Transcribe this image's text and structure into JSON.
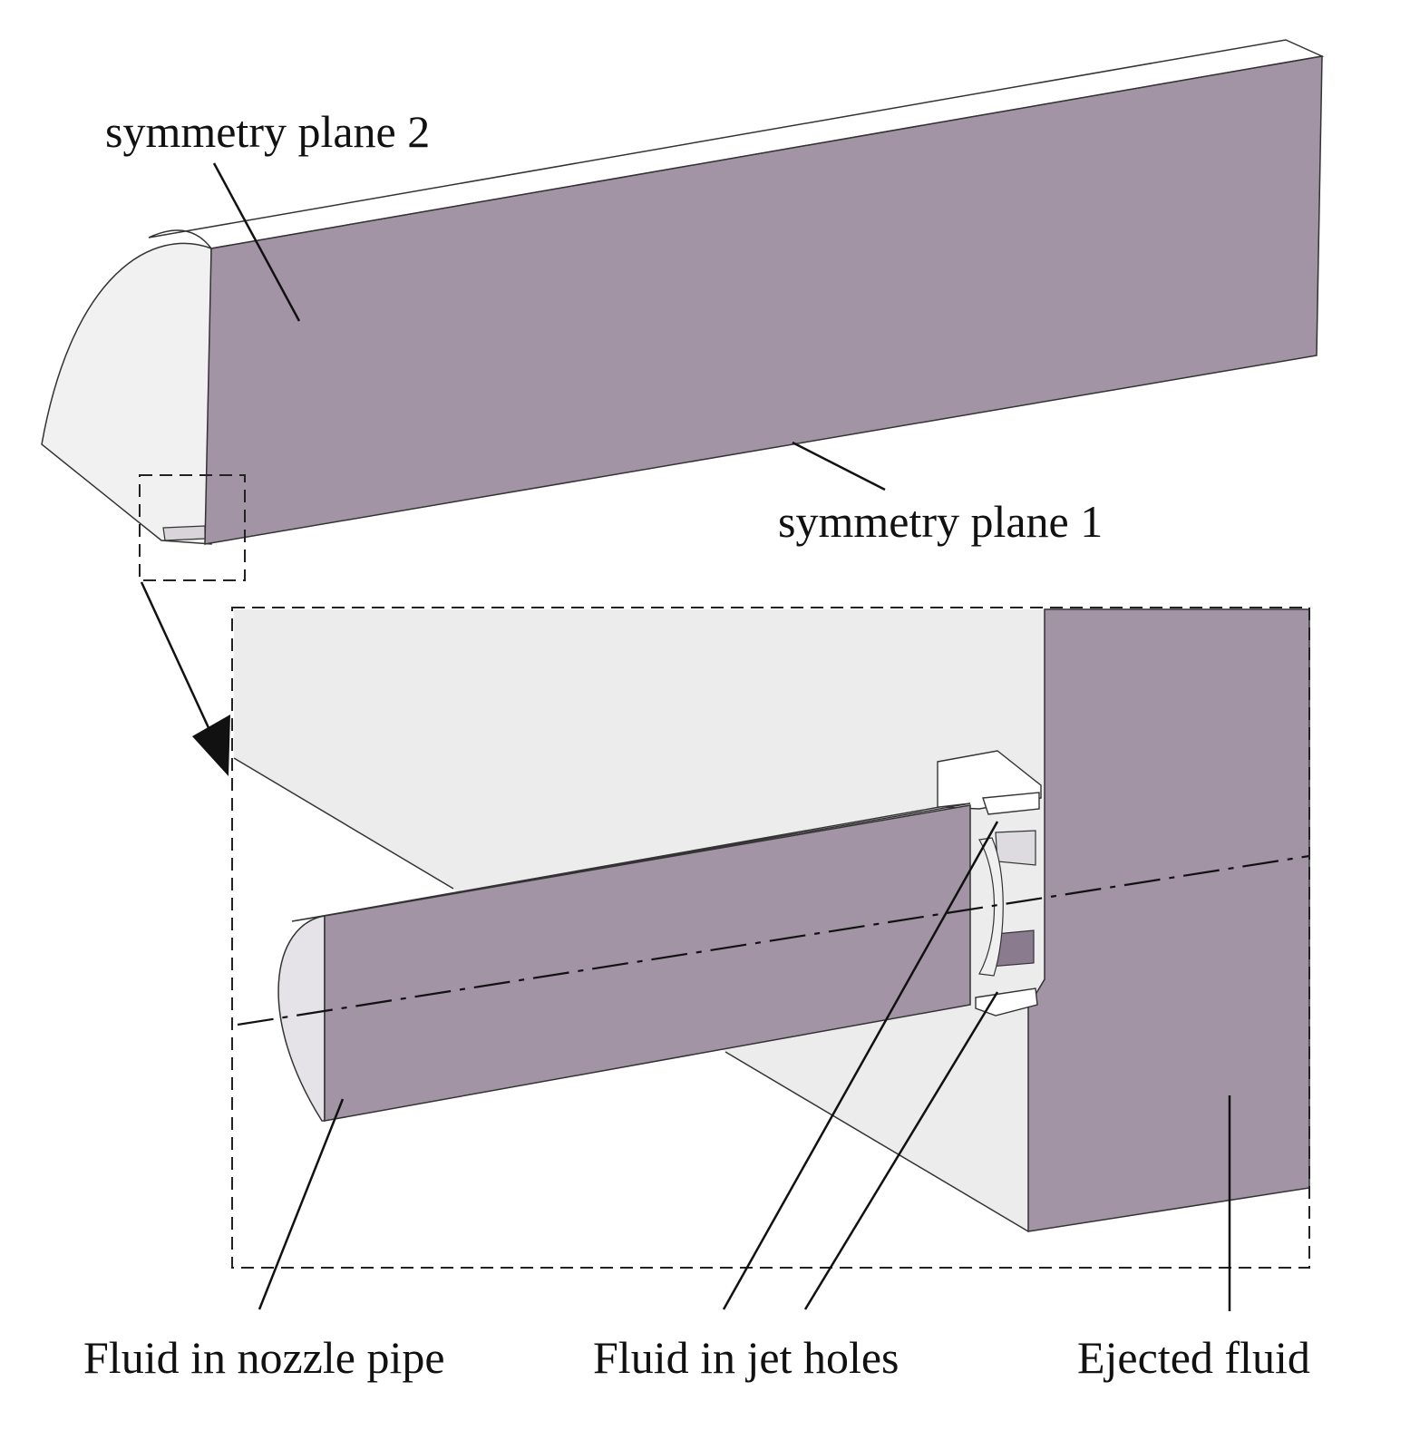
{
  "labels": {
    "symmetry_plane_2": "symmetry plane 2",
    "symmetry_plane_1": "symmetry plane 1",
    "fluid_in_nozzle_pipe": "Fluid in nozzle pipe",
    "fluid_in_jet_holes": "Fluid in jet holes",
    "ejected_fluid": "Ejected fluid"
  },
  "colors": {
    "purple_face": "#a293a5",
    "dark_purple": "#8a7c8e",
    "light_face": "#ececec",
    "white_face": "#ffffff",
    "line": "#111111"
  }
}
